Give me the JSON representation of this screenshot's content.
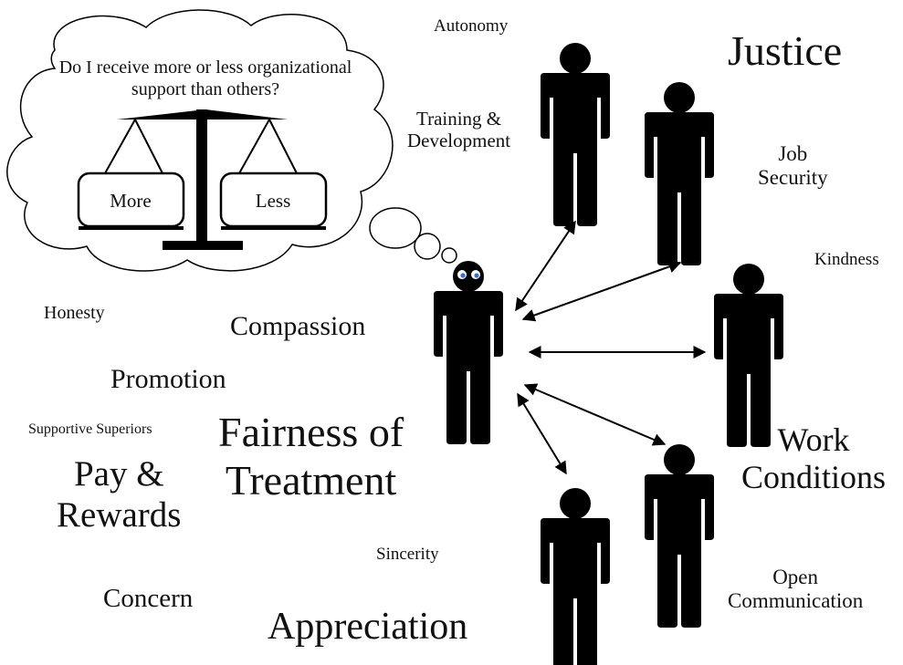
{
  "thought_bubble": {
    "question": "Do I receive more or less organizational support than others?",
    "left_pan": "More",
    "right_pan": "Less"
  },
  "words": {
    "autonomy": "Autonomy",
    "justice": "Justice",
    "training": "Training &\nDevelopment",
    "job_security": "Job\nSecurity",
    "kindness": "Kindness",
    "honesty": "Honesty",
    "compassion": "Compassion",
    "promotion": "Promotion",
    "supportive_superiors": "Supportive Superiors",
    "fairness": "Fairness of\nTreatment",
    "pay_rewards": "Pay &\nRewards",
    "work_conditions": "Work\nConditions",
    "sincerity": "Sincerity",
    "concern": "Concern",
    "appreciation": "Appreciation",
    "open_communication": "Open\nCommunication"
  },
  "colors": {
    "figure": "#000000",
    "eyes": "#3a6fd8",
    "text": "#111111"
  }
}
